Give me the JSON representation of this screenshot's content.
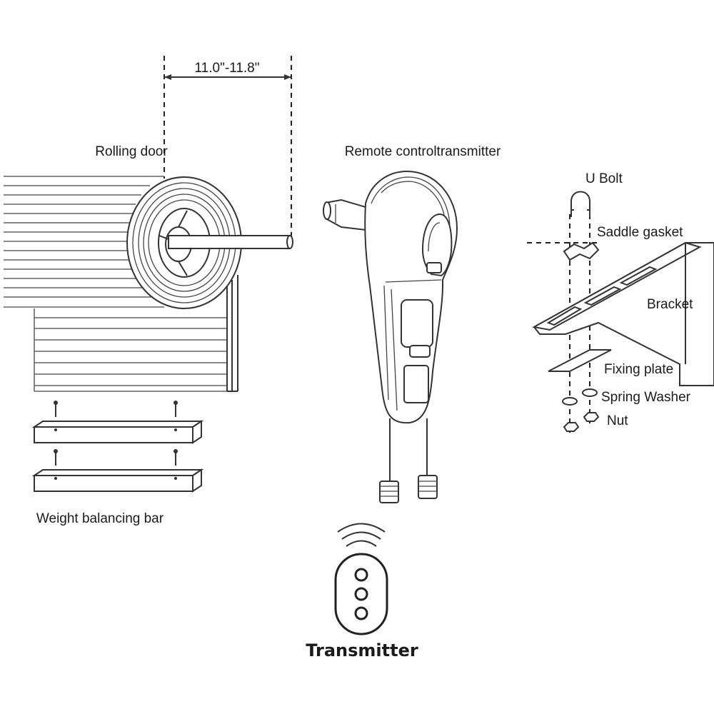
{
  "labels": {
    "dimension": "11.0\"-11.8\"",
    "rolling_door": "Rolling door",
    "remote_control_transmitter": "Remote controltransmitter",
    "u_bolt": "U Bolt",
    "saddle_gasket": "Saddle gasket",
    "bracket": "Bracket",
    "fixing_plate": "Fixing plate",
    "spring_washer": "Spring Washer",
    "nut": "Nut",
    "weight_balancing_bar": "Weight balancing bar",
    "transmitter": "Transmitter"
  }
}
